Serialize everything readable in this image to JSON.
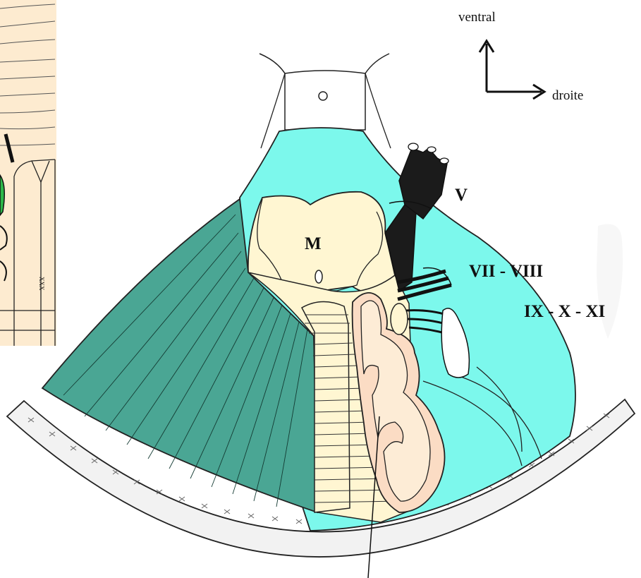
{
  "orientation": {
    "up_label": "ventral",
    "right_label": "droite"
  },
  "labels": {
    "center": "M",
    "nerve_v": "V",
    "nerve_vii_viii": "VII - VIII",
    "nerve_ix_x_xi": "IX - X - XI",
    "inset_marks": "XXX"
  },
  "colors": {
    "cyan_region": "#7cf8ec",
    "teal_region": "#4aa694",
    "cream": "#fff6d2",
    "peach": "#fbdcc4",
    "skin": "#fdebd0",
    "nerve_black": "#1b1b1b",
    "green_accent": "#2db84a",
    "bone": "#f2f2f2"
  }
}
